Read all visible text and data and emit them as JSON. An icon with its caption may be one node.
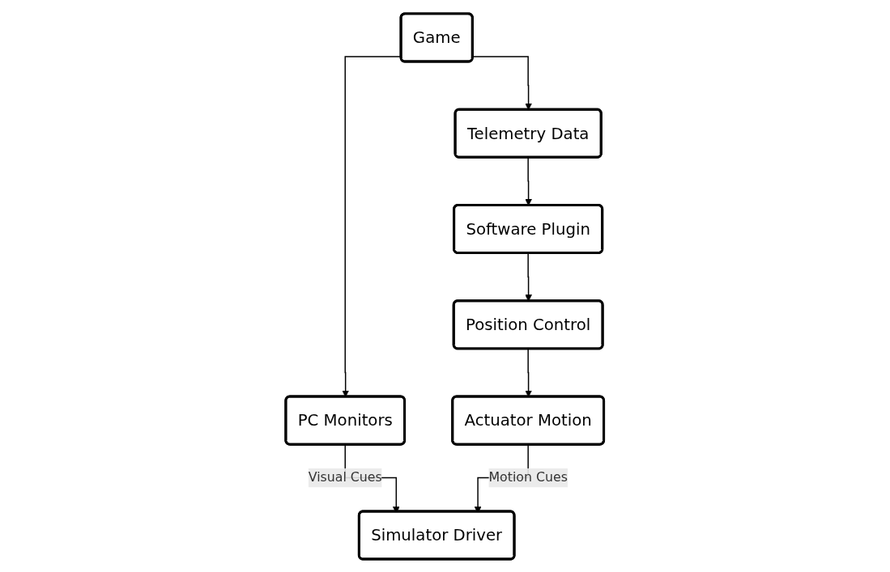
{
  "diagram": {
    "nodes": [
      {
        "text": [
          "Game"
        ]
      },
      {
        "text": [
          "PC Monitors"
        ]
      },
      {
        "text": [
          "Telemetry Data"
        ]
      },
      {
        "text": [
          "Simulator Driver"
        ]
      },
      {
        "text": [
          "Software Plugin"
        ]
      },
      {
        "text": [
          "Actuator Motion"
        ]
      },
      {
        "text": [
          "Position Control"
        ]
      }
    ],
    "edges": [
      {
        "from": 0,
        "to": 1,
        "arrow": "to"
      },
      {
        "from": 0,
        "to": 2,
        "arrow": "to"
      },
      {
        "from": 1,
        "to": 3,
        "arrow": "to",
        "label": "Visual Cues"
      },
      {
        "from": 2,
        "to": 4,
        "arrow": "to"
      },
      {
        "from": 4,
        "to": 6,
        "arrow": "to"
      },
      {
        "from": 6,
        "to": 5,
        "arrow": "to"
      },
      {
        "from": 5,
        "to": 3,
        "arrow": "to",
        "label": "Motion Cues"
      }
    ]
  }
}
